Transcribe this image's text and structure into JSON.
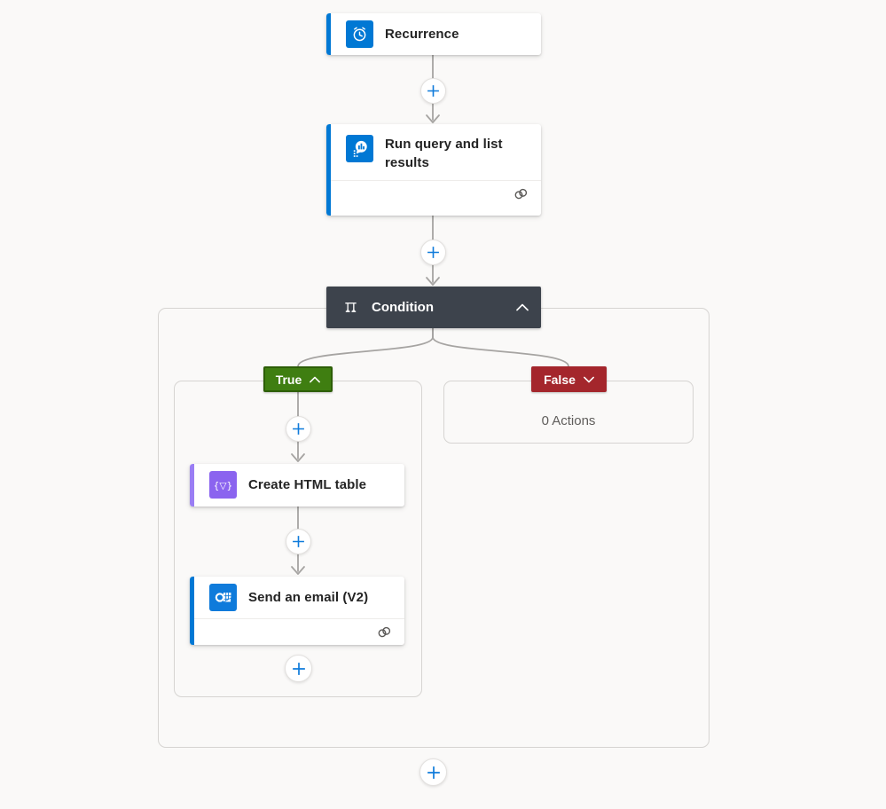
{
  "colors": {
    "accent_blue": "#0078d4",
    "accent_purple": "#8b64ef",
    "true_green": "#3f7e11",
    "false_red": "#a4262c",
    "condition_header": "#3d434c",
    "connector_gray": "#a6a4a2"
  },
  "flow": {
    "trigger": {
      "title": "Recurrence",
      "icon": "recurrence-clock-icon"
    },
    "query_action": {
      "title": "Run query and list results",
      "icon": "log-analytics-icon",
      "has_connection_badge": true
    },
    "condition": {
      "title": "Condition",
      "state": "expanded"
    },
    "true_branch": {
      "label": "True",
      "state": "expanded",
      "actions": [
        {
          "title": "Create HTML table",
          "icon": "data-operation-icon"
        },
        {
          "title": "Send an email (V2)",
          "icon": "outlook-icon",
          "has_connection_badge": true
        }
      ]
    },
    "false_branch": {
      "label": "False",
      "state": "collapsed",
      "empty_text": "0 Actions"
    }
  }
}
